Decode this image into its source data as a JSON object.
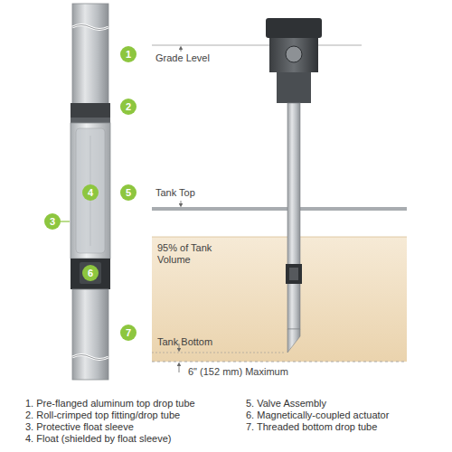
{
  "diagram": {
    "labels": [
      "1",
      "2",
      "3",
      "4",
      "5",
      "6",
      "7",
      "Grade Level",
      "Tank Top",
      "95% of Tank Volume",
      "Tank Bottom",
      "6\" (152 mm) Maximum",
      "1. Pre-flanged aluminum top drop tube",
      "2. Roll-crimped top fitting/drop tube",
      "3. Protective float sleeve",
      "4. Float (shielded by float sleeve)",
      "5. Valve Assembly",
      "6. Magnetically-coupled actuator",
      "7. Threaded bottom drop tube"
    ]
  }
}
